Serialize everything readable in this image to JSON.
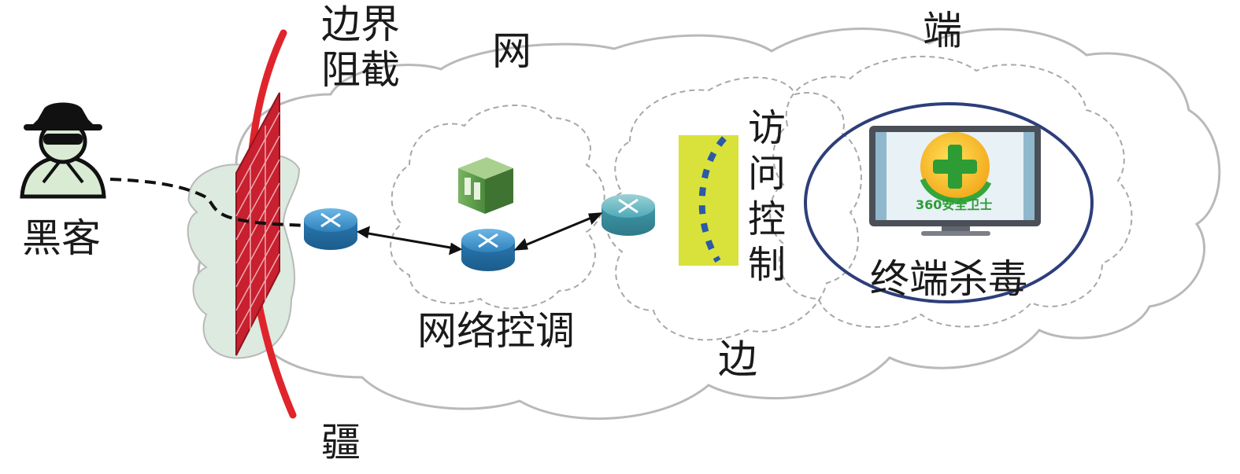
{
  "labels": {
    "hacker": "黑客",
    "boundary_block": "边界阻截",
    "network": "网",
    "network_control": "网络控调",
    "access_control": "访问控制",
    "end": "端",
    "endpoint_av": "终端杀毒",
    "edge": "边",
    "frontier": "疆"
  },
  "antivirus_brand": "360安全卫士",
  "icons": {
    "hacker": "spy-hacker-icon",
    "firewall": "brick-firewall-icon",
    "router": "router-icon",
    "server": "server-icon",
    "access_barrier": "access-control-barrier-icon",
    "monitor": "monitor-icon",
    "av_logo": "360-shield-logo-icon"
  },
  "colors": {
    "cloud_stroke": "#b9b9b9",
    "firewall_red": "#c8202f",
    "boundary_line": "#e0242c",
    "router_blue": "#2f82bd",
    "router_teal": "#4eaab8",
    "barrier_yellow": "#d9e23a",
    "barrier_dots": "#2a5aa8",
    "endpoint_ring": "#2d3e7a",
    "hacker_fill": "#d9ebd3"
  }
}
